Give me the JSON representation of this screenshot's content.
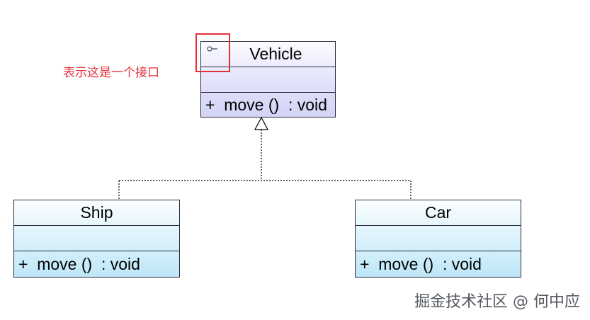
{
  "annotation": {
    "text": "表示这是一个接口",
    "color": "#e5303a"
  },
  "classes": {
    "vehicle": {
      "name": "Vehicle",
      "stereotype_icon": "interface-lollipop-icon",
      "operation": "+  move ()  : void"
    },
    "ship": {
      "name": "Ship",
      "operation": "+  move ()  : void"
    },
    "car": {
      "name": "Car",
      "operation": "+  move ()  : void"
    }
  },
  "relationships": [
    {
      "type": "realization",
      "from": "Ship",
      "to": "Vehicle"
    },
    {
      "type": "realization",
      "from": "Car",
      "to": "Vehicle"
    }
  ],
  "watermark": "掘金技术社区 @ 何中应"
}
